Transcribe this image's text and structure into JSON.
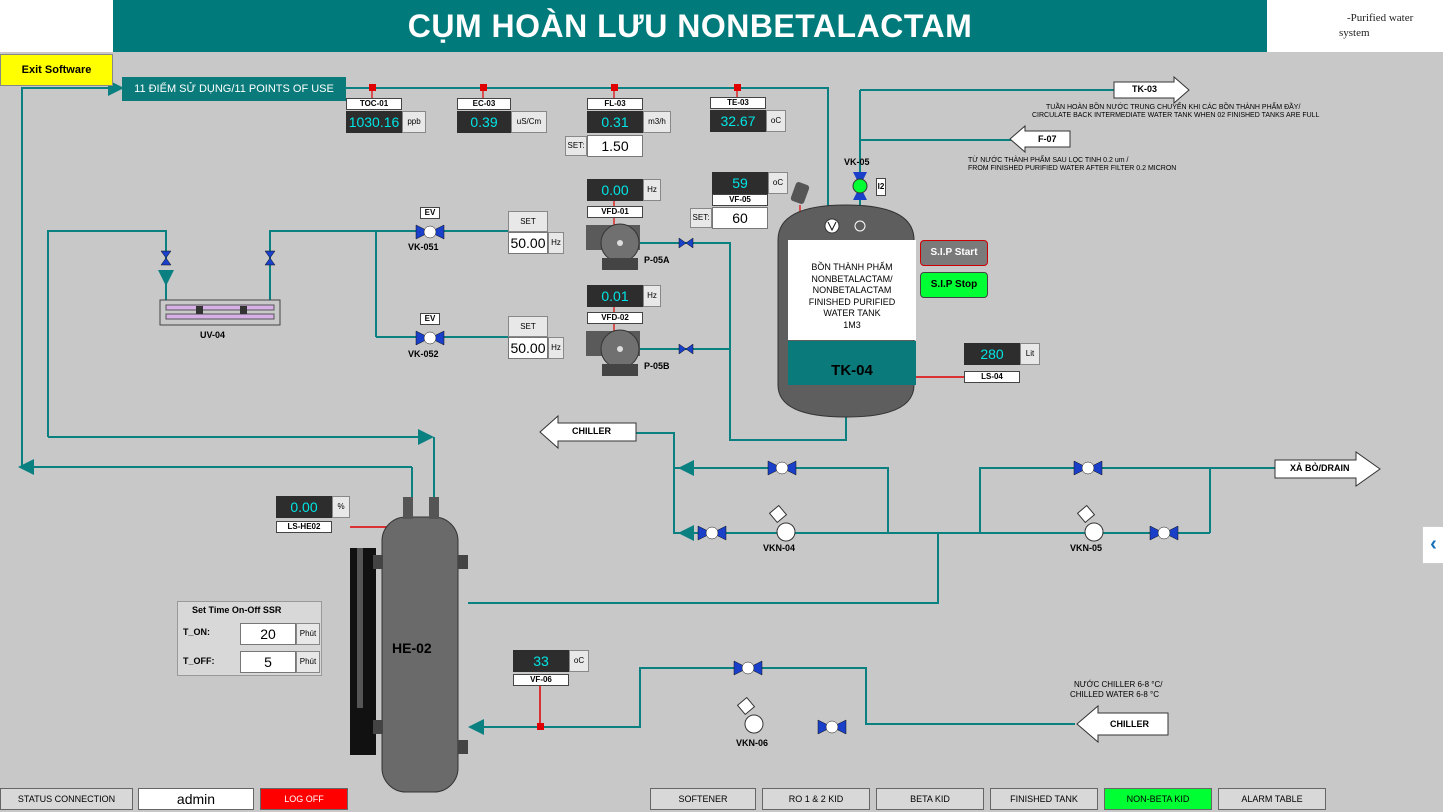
{
  "header": {
    "title": "CỤM HOÀN LƯU NONBETALACTAM",
    "right_line1": "-Purified water",
    "right_line2": "system"
  },
  "exit_label": "Exit Software",
  "points_label": "11 ĐIỂM SỬ DỤNG/11 POINTS OF USE",
  "instruments": {
    "toc": {
      "tag": "TOC-01",
      "value": "1030.16",
      "unit": "ppb"
    },
    "ec": {
      "tag": "EC-03",
      "value": "0.39",
      "unit": "uS/Cm"
    },
    "fl": {
      "tag": "FL-03",
      "value": "0.31",
      "unit": "m3/h",
      "set_label": "SET:",
      "set_value": "1.50"
    },
    "te": {
      "tag": "TE-03",
      "value": "32.67",
      "unit": "oC"
    },
    "vf05": {
      "tag": "VF-05",
      "value": "59",
      "unit": "oC",
      "set_label": "SET:",
      "set_value": "60"
    },
    "vfd01": {
      "tag": "VFD-01",
      "value": "0.00",
      "unit": "Hz"
    },
    "vfd02": {
      "tag": "VFD-02",
      "value": "0.01",
      "unit": "Hz"
    },
    "set_a": {
      "label": "SET",
      "value": "50.00",
      "unit": "Hz"
    },
    "set_b": {
      "label": "SET",
      "value": "50.00",
      "unit": "Hz"
    },
    "ls04": {
      "tag": "LS-04",
      "value": "280",
      "unit": "Lit"
    },
    "lshe02": {
      "tag": "LS-HE02",
      "value": "0.00",
      "unit": "%"
    },
    "vf06": {
      "tag": "VF-06",
      "value": "33",
      "unit": "oC"
    }
  },
  "labels": {
    "tk03": "TK-03",
    "f07": "F-07",
    "tk03_note_1": "TUẦN HOÀN BỒN NƯỚC TRUNG CHUYỂN KHI CÁC BỒN THÀNH PHẨM ĐẦY/",
    "tk03_note_2": "CIRCULATE BACK INTERMEDIATE WATER TANK WHEN 02 FINISHED TANKS ARE FULL",
    "f07_note_1": "TỪ NƯỚC THÀNH PHẨM SAU LỌC TINH 0.2 um /",
    "f07_note_2": "FROM FINISHED PURIFIED WATER AFTER FILTER 0.2 MICRON",
    "vk05": "VK-05",
    "vk05_tag": "I2",
    "ev": "EV",
    "vk051": "VK-051",
    "vk052": "VK-052",
    "p05a": "P-05A",
    "p05b": "P-05B",
    "uv04": "UV-04",
    "chiller_out": "CHILLER",
    "drain": "XẢ BỎ/DRAIN",
    "vkn04": "VKN-04",
    "vkn05": "VKN-05",
    "vkn06": "VKN-06",
    "he02": "HE-02",
    "chiller_in": "CHILLER",
    "chilled_note_1": "NƯỚC CHILLER 6-8 °C/",
    "chilled_note_2": "CHILLED WATER 6-8 °C"
  },
  "tank": {
    "line1": "BỒN THÀNH PHẨM",
    "line2": "NONBETALACTAM/",
    "line3": "NONBETALACTAM",
    "line4": "FINISHED PURIFIED",
    "line5": "WATER TANK",
    "line6": "1M3",
    "name": "TK-04"
  },
  "sip": {
    "start": "S.I.P Start",
    "stop": "S.I.P Stop"
  },
  "ssr": {
    "title": "Set Time On-Off SSR",
    "ton_label": "T_ON:",
    "ton_value": "20",
    "ton_unit": "Phút",
    "toff_label": "T_OFF:",
    "toff_value": "5",
    "toff_unit": "Phút"
  },
  "footer": {
    "status": "STATUS CONNECTION",
    "user": "admin",
    "logoff": "LOG OFF",
    "softener": "SOFTENER",
    "ro": "RO 1 & 2 KID",
    "beta": "BETA KID",
    "finished": "FINISHED TANK",
    "nonbeta": "NON-BETA KID",
    "alarm": "ALARM TABLE"
  },
  "side_tab_icon": "chevron-left-icon",
  "colors": {
    "header": "#007a7a",
    "pipe": "#0a8080",
    "valve": "#1a3fc8",
    "active": "#00ff33",
    "red_btn": "#ff0000",
    "value_text": "#00e5e5"
  }
}
